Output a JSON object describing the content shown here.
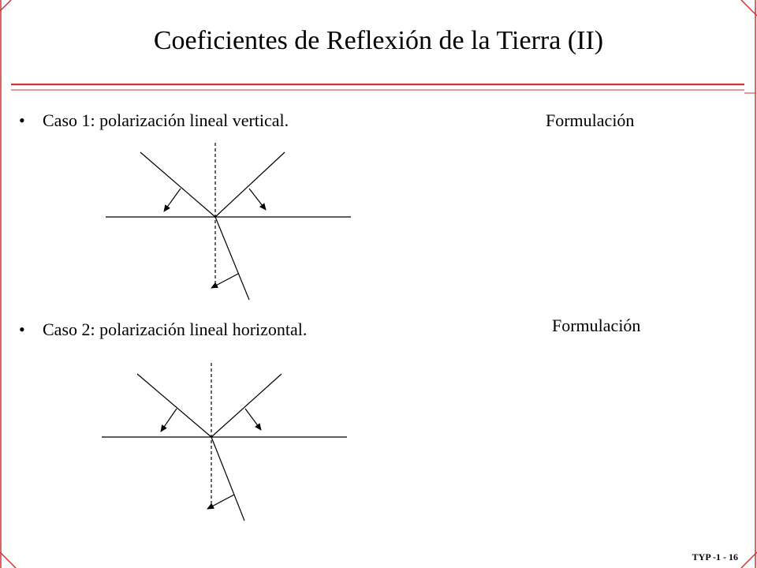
{
  "title": "Coeficientes de Reflexión de la Tierra (II)",
  "bullets": [
    {
      "marker": "•",
      "text": "Caso 1: polarización lineal vertical."
    },
    {
      "marker": "•",
      "text": "Caso 2: polarización lineal horizontal."
    }
  ],
  "formulacion": [
    "Formulación",
    "Formulación"
  ],
  "slide_number": "TYP -1 - 16",
  "colors": {
    "accent_line": "#cc3333",
    "frame_line": "#cc3333",
    "text": "#000000"
  }
}
